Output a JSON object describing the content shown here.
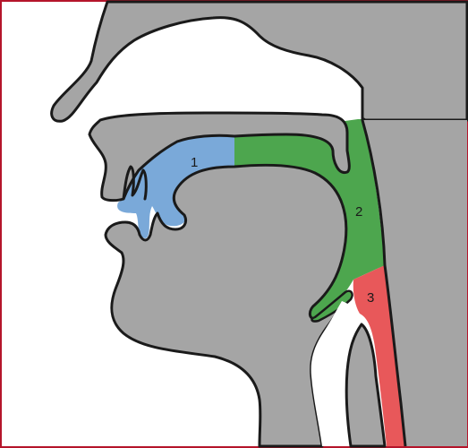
{
  "colors": {
    "frame": "#b5152b",
    "tissue": "#a5a5a5",
    "outline": "#1a1a1a",
    "region_1": "#7aa9d9",
    "region_2": "#4da64e",
    "region_3": "#e8585a"
  },
  "regions": [
    {
      "label": "1",
      "color_key": "region_1"
    },
    {
      "label": "2",
      "color_key": "region_2"
    },
    {
      "label": "3",
      "color_key": "region_3"
    }
  ]
}
